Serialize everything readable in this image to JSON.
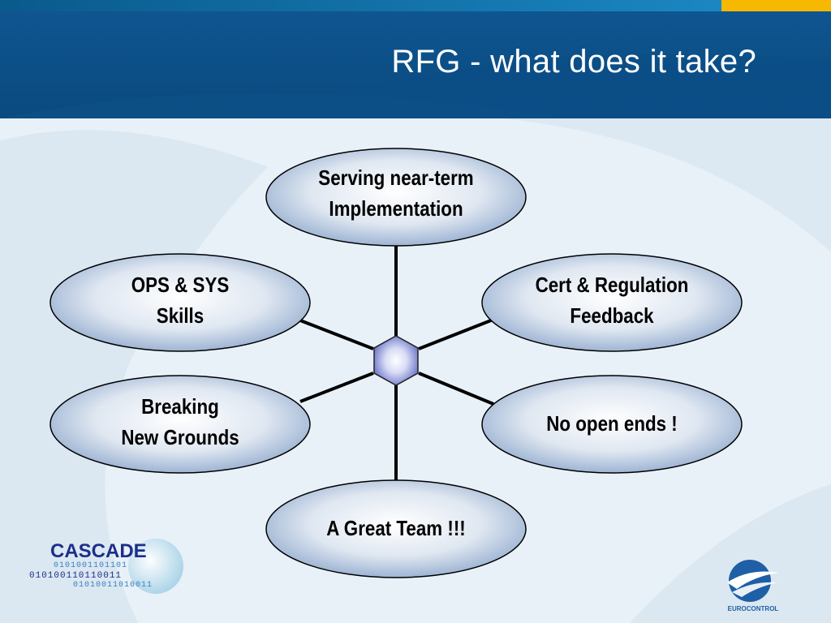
{
  "slide": {
    "title": "RFG - what does it take?"
  },
  "colors": {
    "header_blue": "#0a4a7f",
    "accent_yellow": "#f6b800",
    "node_fill_center": "#ffffff",
    "node_fill_edge": "#8fa9cd",
    "connector": "#000000",
    "hub": "#8d95d8"
  },
  "diagram": {
    "hub_icon": "hexagon-hub",
    "nodes": [
      {
        "id": "top",
        "lines": [
          "Serving near-term",
          "Implementation"
        ]
      },
      {
        "id": "upper-left",
        "lines": [
          "OPS & SYS",
          "Skills"
        ]
      },
      {
        "id": "upper-right",
        "lines": [
          "Cert & Regulation",
          "Feedback"
        ]
      },
      {
        "id": "lower-left",
        "lines": [
          "Breaking",
          "New Grounds"
        ]
      },
      {
        "id": "lower-right",
        "lines": [
          "No open ends !"
        ]
      },
      {
        "id": "bottom",
        "lines": [
          "A Great Team !!!"
        ]
      }
    ]
  },
  "logos": {
    "cascade": {
      "name": "CASCADE",
      "binary_lines": [
        "0101001101101",
        "010100110110011",
        "01010011010011"
      ]
    },
    "eurocontrol": {
      "name": "EUROCONTROL"
    }
  }
}
